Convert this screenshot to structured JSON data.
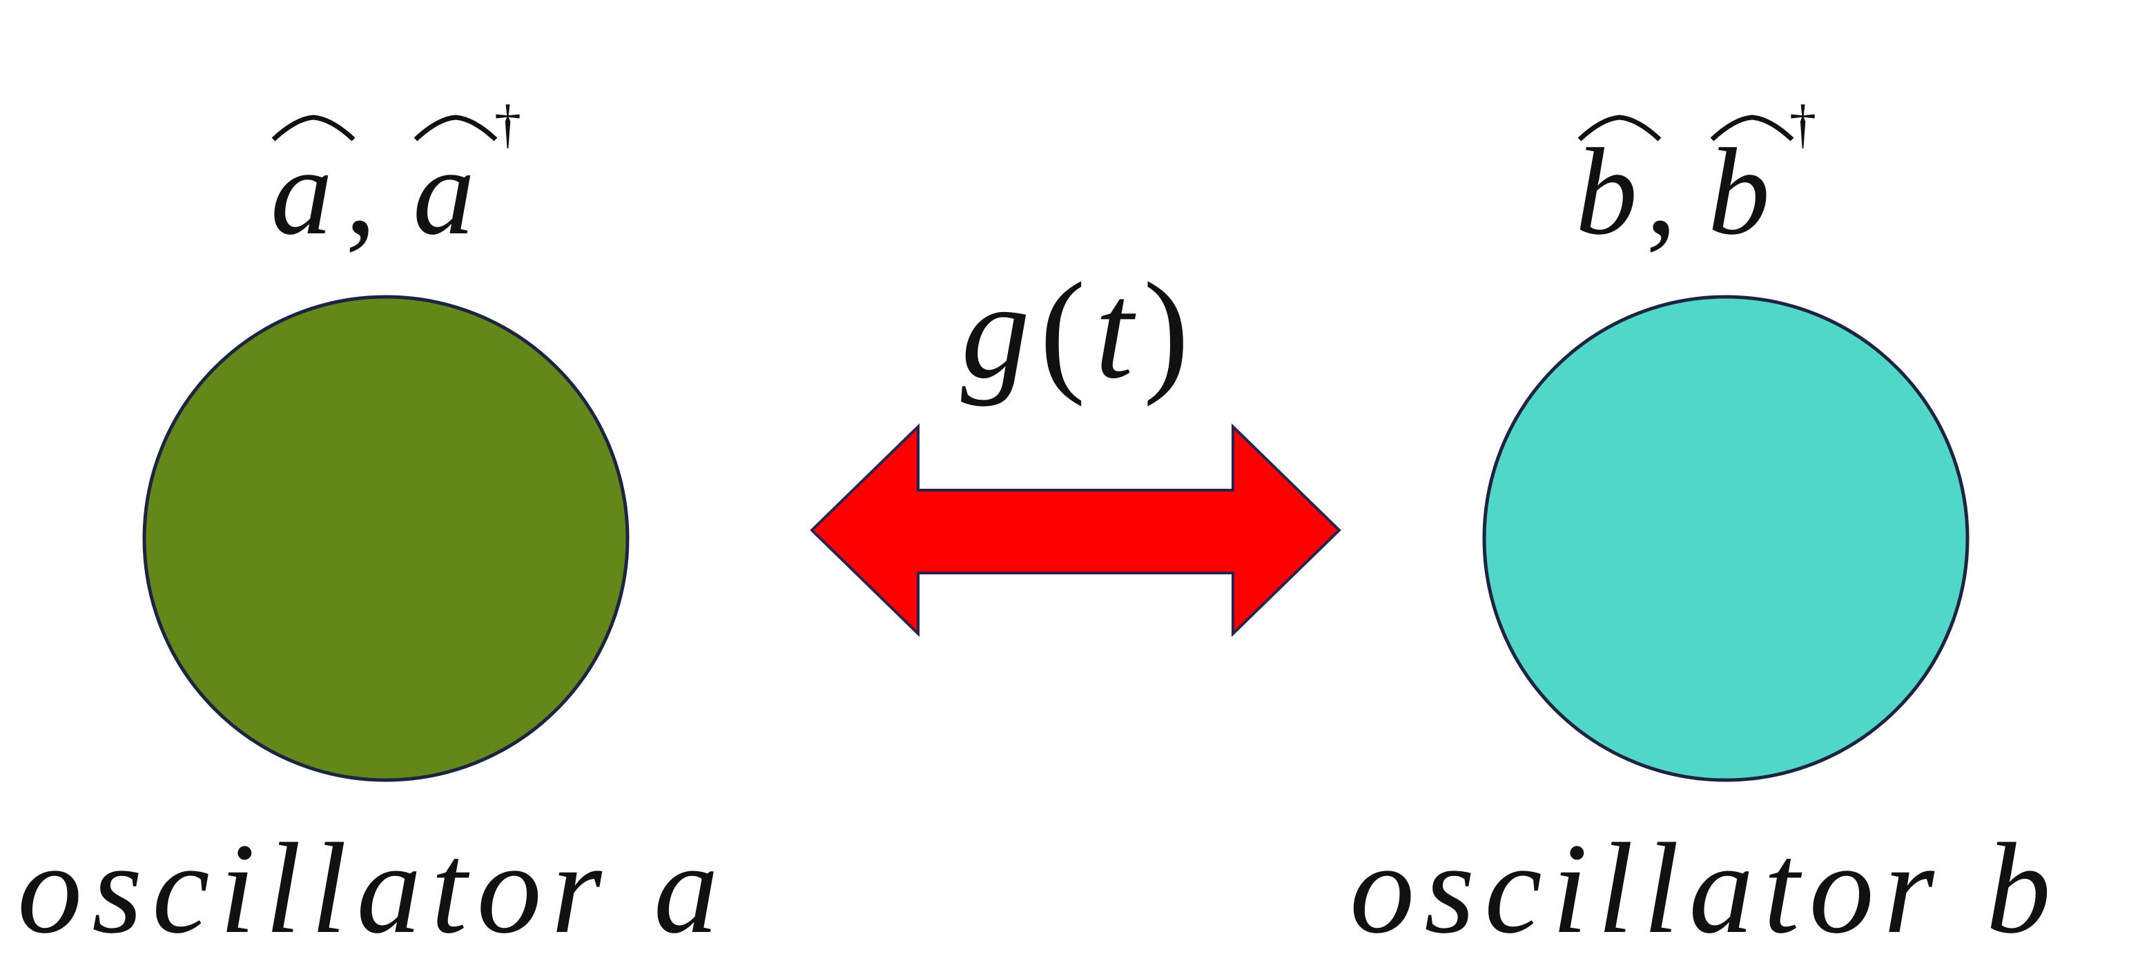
{
  "oscillators": [
    {
      "label": "oscillator a",
      "operator": {
        "symbol": "a",
        "separator": ",",
        "dagger": "†"
      },
      "fill": "#64871a",
      "stroke": "#1d2442"
    },
    {
      "label": "oscillator b",
      "operator": {
        "symbol": "b",
        "separator": ",",
        "dagger": "†"
      },
      "fill": "#50d7c8",
      "stroke": "#1d2442"
    }
  ],
  "coupling": {
    "symbol": "g",
    "open_paren": "(",
    "variable": "t",
    "close_paren": ")",
    "arrow_fill": "#fe0000",
    "arrow_stroke": "#2a2350"
  }
}
